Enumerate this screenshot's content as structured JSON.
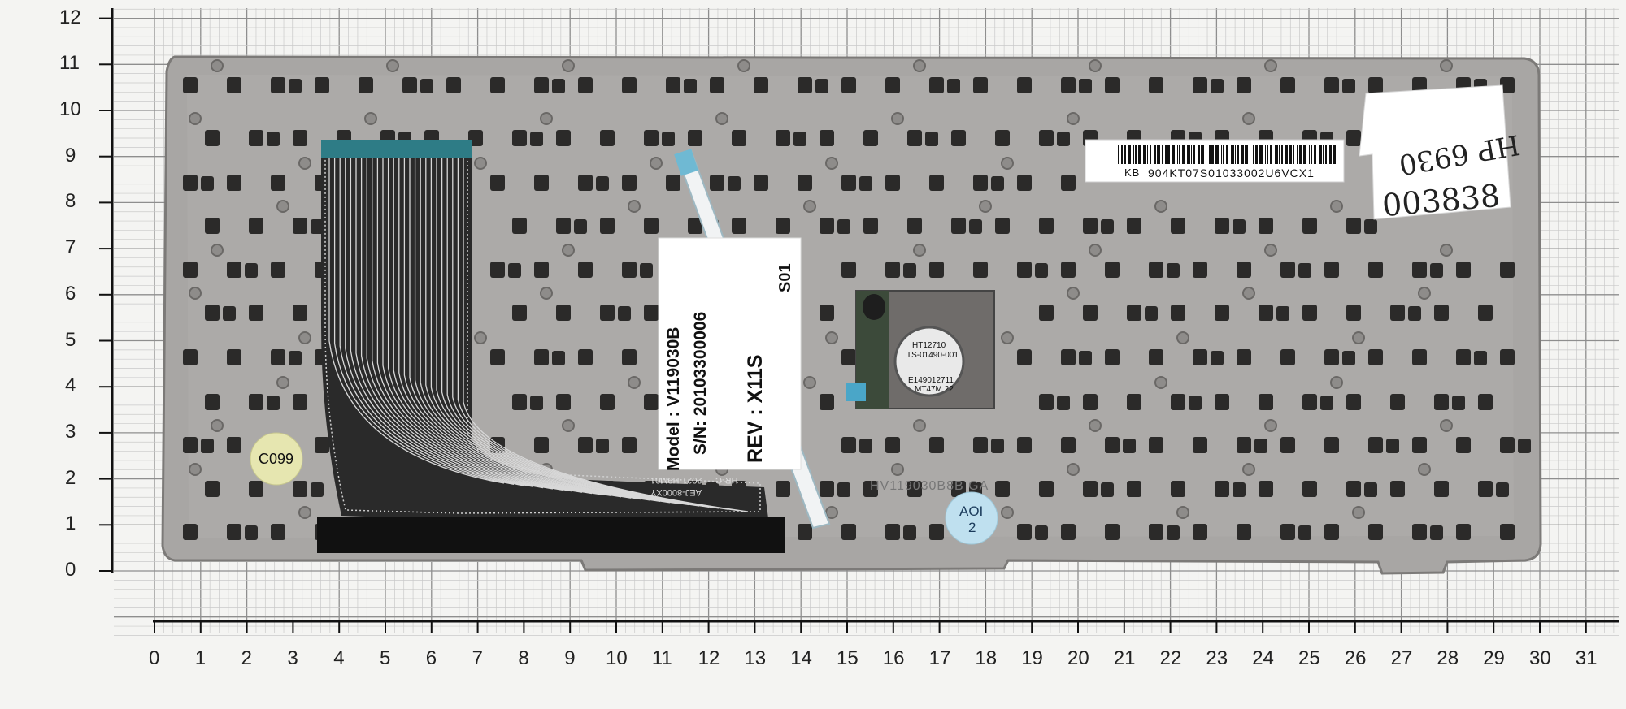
{
  "ruler": {
    "x_ticks": [
      "0",
      "1",
      "2",
      "3",
      "4",
      "5",
      "6",
      "7",
      "8",
      "9",
      "10",
      "11",
      "12",
      "13",
      "14",
      "15",
      "16",
      "17",
      "18",
      "19",
      "20",
      "21",
      "22",
      "23",
      "24",
      "25",
      "26",
      "27",
      "28",
      "29",
      "30",
      "31"
    ],
    "y_ticks": [
      "12",
      "11",
      "10",
      "9",
      "8",
      "7",
      "6",
      "5",
      "4",
      "3",
      "2",
      "1",
      "0"
    ]
  },
  "labels": {
    "barcode_prefix": "KB",
    "barcode_text": "904KT07S01033002U6VCX1",
    "model": "Model : V119030B",
    "serial": "S/N: 20103300006",
    "rev": "REV : X11S",
    "rev_suffix": "S01",
    "circle_c": "C099",
    "circle_aoi": "AOI",
    "circle_aoi_num": "2",
    "handwritten_model": "HP 6930",
    "handwritten_num": "003838",
    "speaker_line1": "HT12710",
    "speaker_line2": "TS-01490-001",
    "speaker_line3": "E149012711",
    "speaker_line4": "MT47M 22",
    "ribbon_code1": "AEJ-8000XY",
    "ribbon_code2": "2021-H9M01",
    "ribbon_code3": "HR-C",
    "bottom_marking": "HV119030B8B GA"
  },
  "colors": {
    "background": "#f4f4f2",
    "grid_minor": "#c9c9c9",
    "grid_major": "#8e8e8e",
    "plate": "#a8a6a4",
    "ribbon": "#1a1a1a",
    "sticker_c": "#e6e6b0",
    "sticker_aoi": "#bfe0ef"
  }
}
